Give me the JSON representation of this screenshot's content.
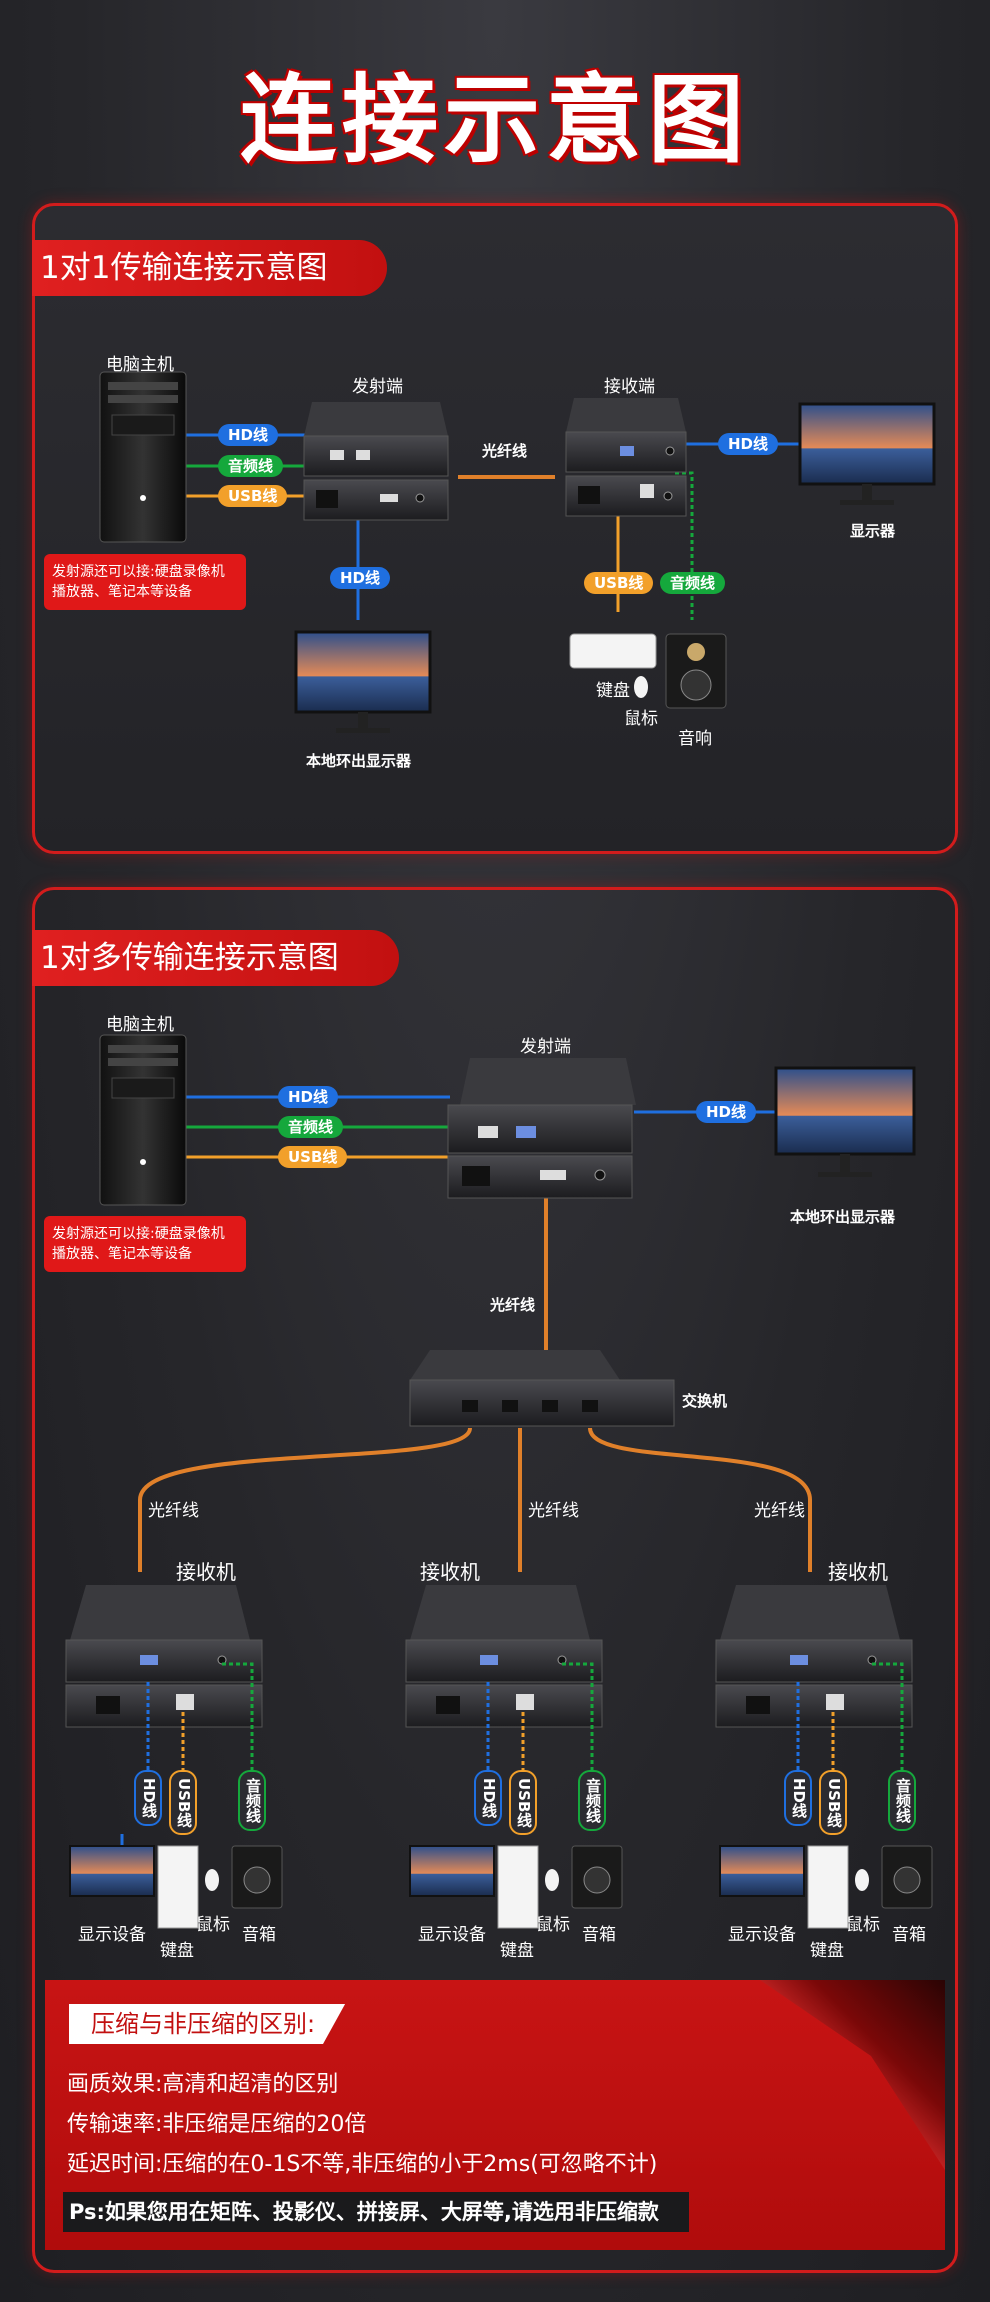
{
  "page_title": "连接示意图",
  "section1": {
    "title": "1对1传输连接示意图",
    "pc_label": "电脑主机",
    "transmitter_label": "发射端",
    "receiver_label": "接收端",
    "fiber_label": "光纤线",
    "hd_label": "HD线",
    "audio_label": "音频线",
    "usb_label": "USB线",
    "note": "发射源还可以接:硬盘录像机播放器、笔记本等设备",
    "local_monitor_label": "本地环出显示器",
    "display_label": "显示器",
    "keyboard_label": "键盘",
    "mouse_label": "鼠标",
    "speaker_label": "音响"
  },
  "section2": {
    "title": "1对多传输连接示意图",
    "pc_label": "电脑主机",
    "transmitter_label": "发射端",
    "hd_label": "HD线",
    "audio_label": "音频线",
    "usb_label": "USB线",
    "note": "发射源还可以接:硬盘录像机播放器、笔记本等设备",
    "local_monitor_label": "本地环出显示器",
    "fiber_label": "光纤线",
    "switch_label": "交换机",
    "receivers": [
      {
        "label": "接收机",
        "fiber": "光纤线",
        "hd": "HD线",
        "usb": "USB线",
        "audio": "音频线",
        "display": "显示设备",
        "keyboard": "键盘",
        "mouse": "鼠标",
        "speaker": "音箱"
      },
      {
        "label": "接收机",
        "fiber": "光纤线",
        "hd": "HD线",
        "usb": "USB线",
        "audio": "音频线",
        "display": "显示设备",
        "keyboard": "键盘",
        "mouse": "鼠标",
        "speaker": "音箱"
      },
      {
        "label": "接收机",
        "fiber": "光纤线",
        "hd": "HD线",
        "usb": "USB线",
        "audio": "音频线",
        "display": "显示设备",
        "keyboard": "键盘",
        "mouse": "鼠标",
        "speaker": "音箱"
      }
    ]
  },
  "compare": {
    "heading": "压缩与非压缩的区别:",
    "lines": [
      "画质效果:高清和超清的区别",
      "传输速率:非压缩是压缩的20倍",
      "延迟时间:压缩的在0-1S不等,非压缩的小于2ms(可忽略不计)"
    ],
    "ps": "Ps:如果您用在矩阵、投影仪、拼接屏、大屏等,请选用非压缩款"
  },
  "colors": {
    "accent": "#d21c1c",
    "hd": "#1f6fe0",
    "audio": "#15a83c",
    "usb": "#f2a02a",
    "fiber": "#e0802a"
  }
}
